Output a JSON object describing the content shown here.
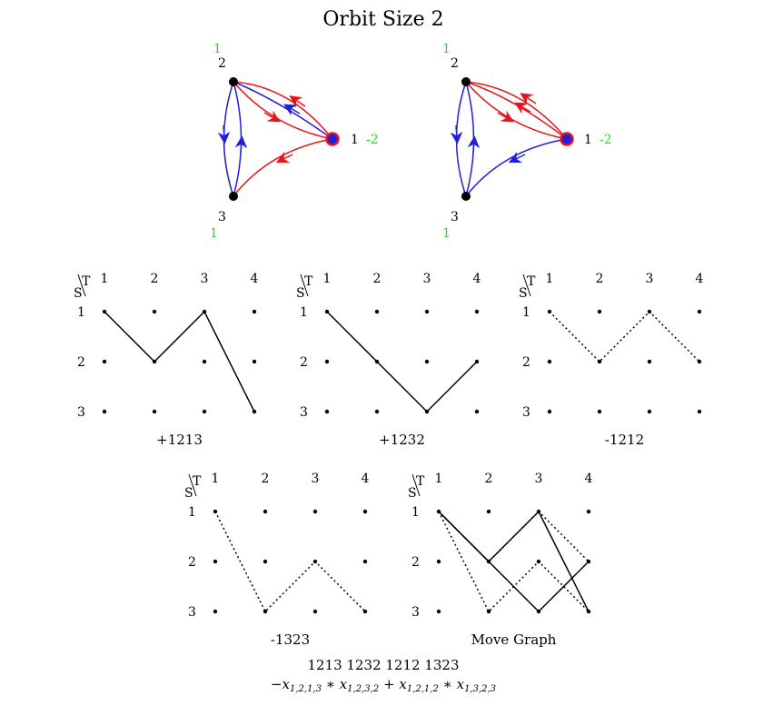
{
  "title": "Orbit Size 2",
  "orbit_graphs": [
    {
      "nodes": [
        {
          "label": "2",
          "weight": "1"
        },
        {
          "label": "1",
          "weight": "-2"
        },
        {
          "label": "3",
          "weight": "1"
        }
      ]
    },
    {
      "nodes": [
        {
          "label": "2",
          "weight": "1"
        },
        {
          "label": "1",
          "weight": "-2"
        },
        {
          "label": "3",
          "weight": "1"
        }
      ]
    }
  ],
  "grid_header": {
    "s": "S",
    "t": "T"
  },
  "grid_columns": [
    "1",
    "2",
    "3",
    "4"
  ],
  "grid_rows": [
    "1",
    "2",
    "3"
  ],
  "paths": [
    {
      "caption": "+1213",
      "seq": [
        1,
        2,
        1,
        3
      ],
      "style": "solid"
    },
    {
      "caption": "+1232",
      "seq": [
        1,
        2,
        3,
        2
      ],
      "style": "solid"
    },
    {
      "caption": "-1212",
      "seq": [
        1,
        2,
        1,
        2
      ],
      "style": "dotted"
    },
    {
      "caption": "-1323",
      "seq": [
        1,
        3,
        2,
        3
      ],
      "style": "dotted"
    },
    {
      "caption": "Move Graph",
      "combined": [
        0,
        1,
        2,
        3
      ]
    }
  ],
  "sequence_summary": "1213 1232 1212 1323",
  "formula": {
    "neg_sign": "−",
    "x": "x",
    "term1_a": "1,2,1,3",
    "term1_b": "1,2,3,2",
    "term2_a": "1,2,1,2",
    "term2_b": "1,3,2,3",
    "times": "∗",
    "plus": "+"
  },
  "colors": {
    "red": "#e8141c",
    "blue": "#1f1fdc",
    "green": "#22dd22",
    "black": "#000000"
  }
}
